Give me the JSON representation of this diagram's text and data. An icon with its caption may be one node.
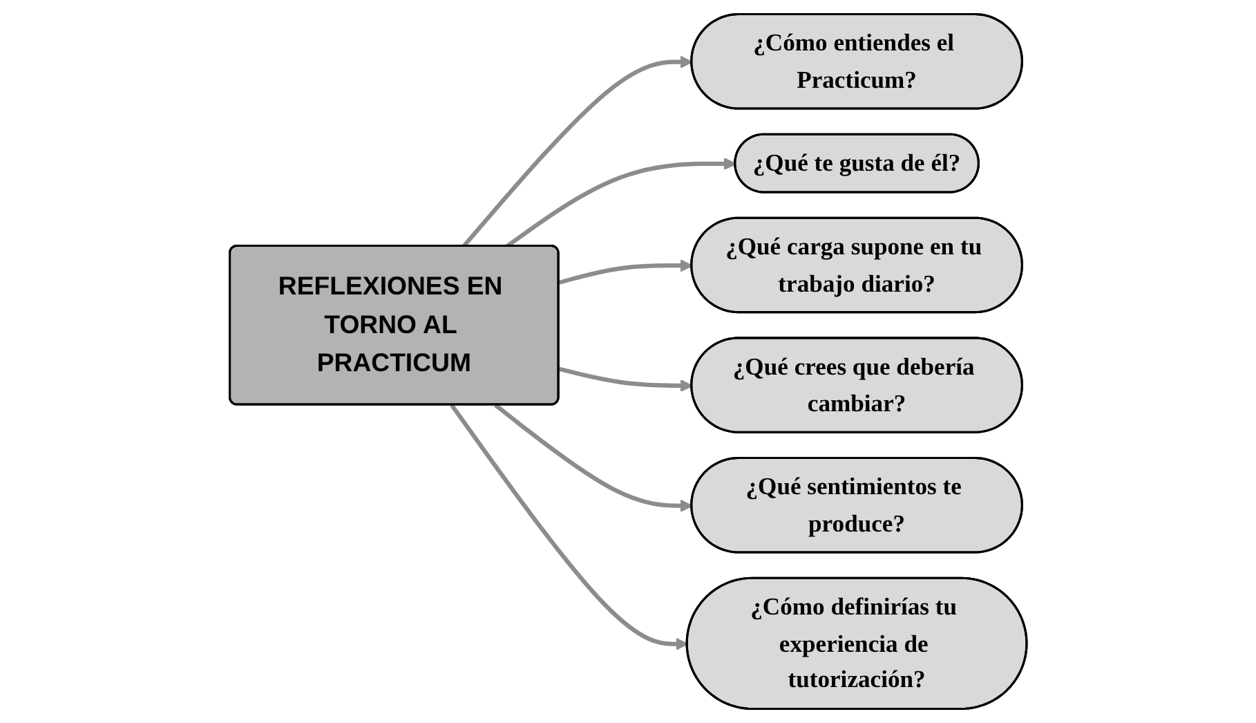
{
  "diagram": {
    "nodes": [
      {
        "text": [
          "REFLEXIONES EN TORNO AL PRACTICUM"
        ]
      },
      {
        "text": [
          "¿Cómo entiendes el Practicum?"
        ]
      },
      {
        "text": [
          "¿Qué te gusta de él?"
        ]
      },
      {
        "text": [
          "¿Qué carga supone en tu trabajo diario?"
        ]
      },
      {
        "text": [
          "¿Qué crees que debería cambiar?"
        ]
      },
      {
        "text": [
          "¿Qué sentimientos te produce?"
        ]
      },
      {
        "text": [
          "¿Cómo definirías tu experiencia de tutorización?"
        ]
      }
    ],
    "edges": [
      {
        "from": 0,
        "to": 1,
        "arrow": "to"
      },
      {
        "from": 0,
        "to": 2,
        "arrow": "to"
      },
      {
        "from": 0,
        "to": 3,
        "arrow": "to"
      },
      {
        "from": 0,
        "to": 4,
        "arrow": "to"
      },
      {
        "from": 0,
        "to": 5,
        "arrow": "to"
      },
      {
        "from": 0,
        "to": 6,
        "arrow": "to"
      }
    ]
  }
}
